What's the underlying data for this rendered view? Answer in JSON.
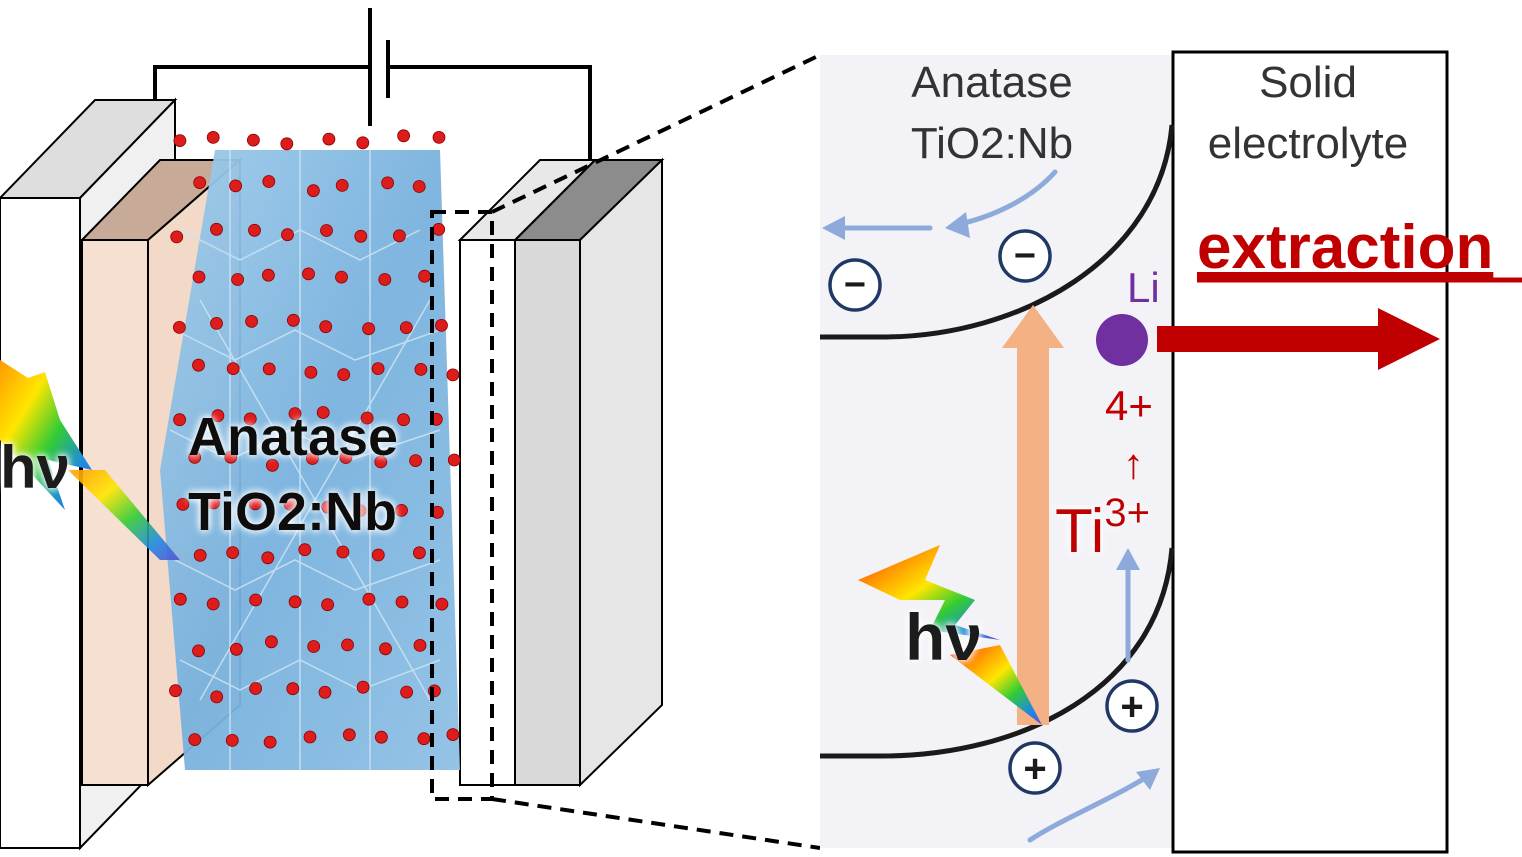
{
  "left_panel": {
    "film_label_line1": "Anatase",
    "film_label_line2": "TiO2:Nb",
    "light_label": "hν"
  },
  "right_panel": {
    "material_label_line1": "Anatase",
    "material_label_line2": "TiO2:Nb",
    "electrolyte_label_line1": "Solid",
    "electrolyte_label_line2": "electrolyte",
    "extraction_label": "extraction",
    "li_label": "Li",
    "oxidation_state_new": "4+",
    "oxidation_arrow": "↑",
    "ti_ion": "Ti",
    "ti_charge": "3+",
    "light_label": "hν",
    "electron_symbol": "−",
    "hole_symbol": "+"
  },
  "colors": {
    "crystal_blue": "#7fb6e0",
    "oxygen_red": "#dd1c1c",
    "film_peach": "#f6e0d2",
    "film_peach_top": "#c8aa98",
    "electrode_grey": "#d9d9d9",
    "extraction_red": "#c00000",
    "li_purple": "#7030a0",
    "flow_arrow_blue": "#8eaadb",
    "excitation_orange": "#f4b183",
    "zoom_background": "#f2f2f7"
  }
}
